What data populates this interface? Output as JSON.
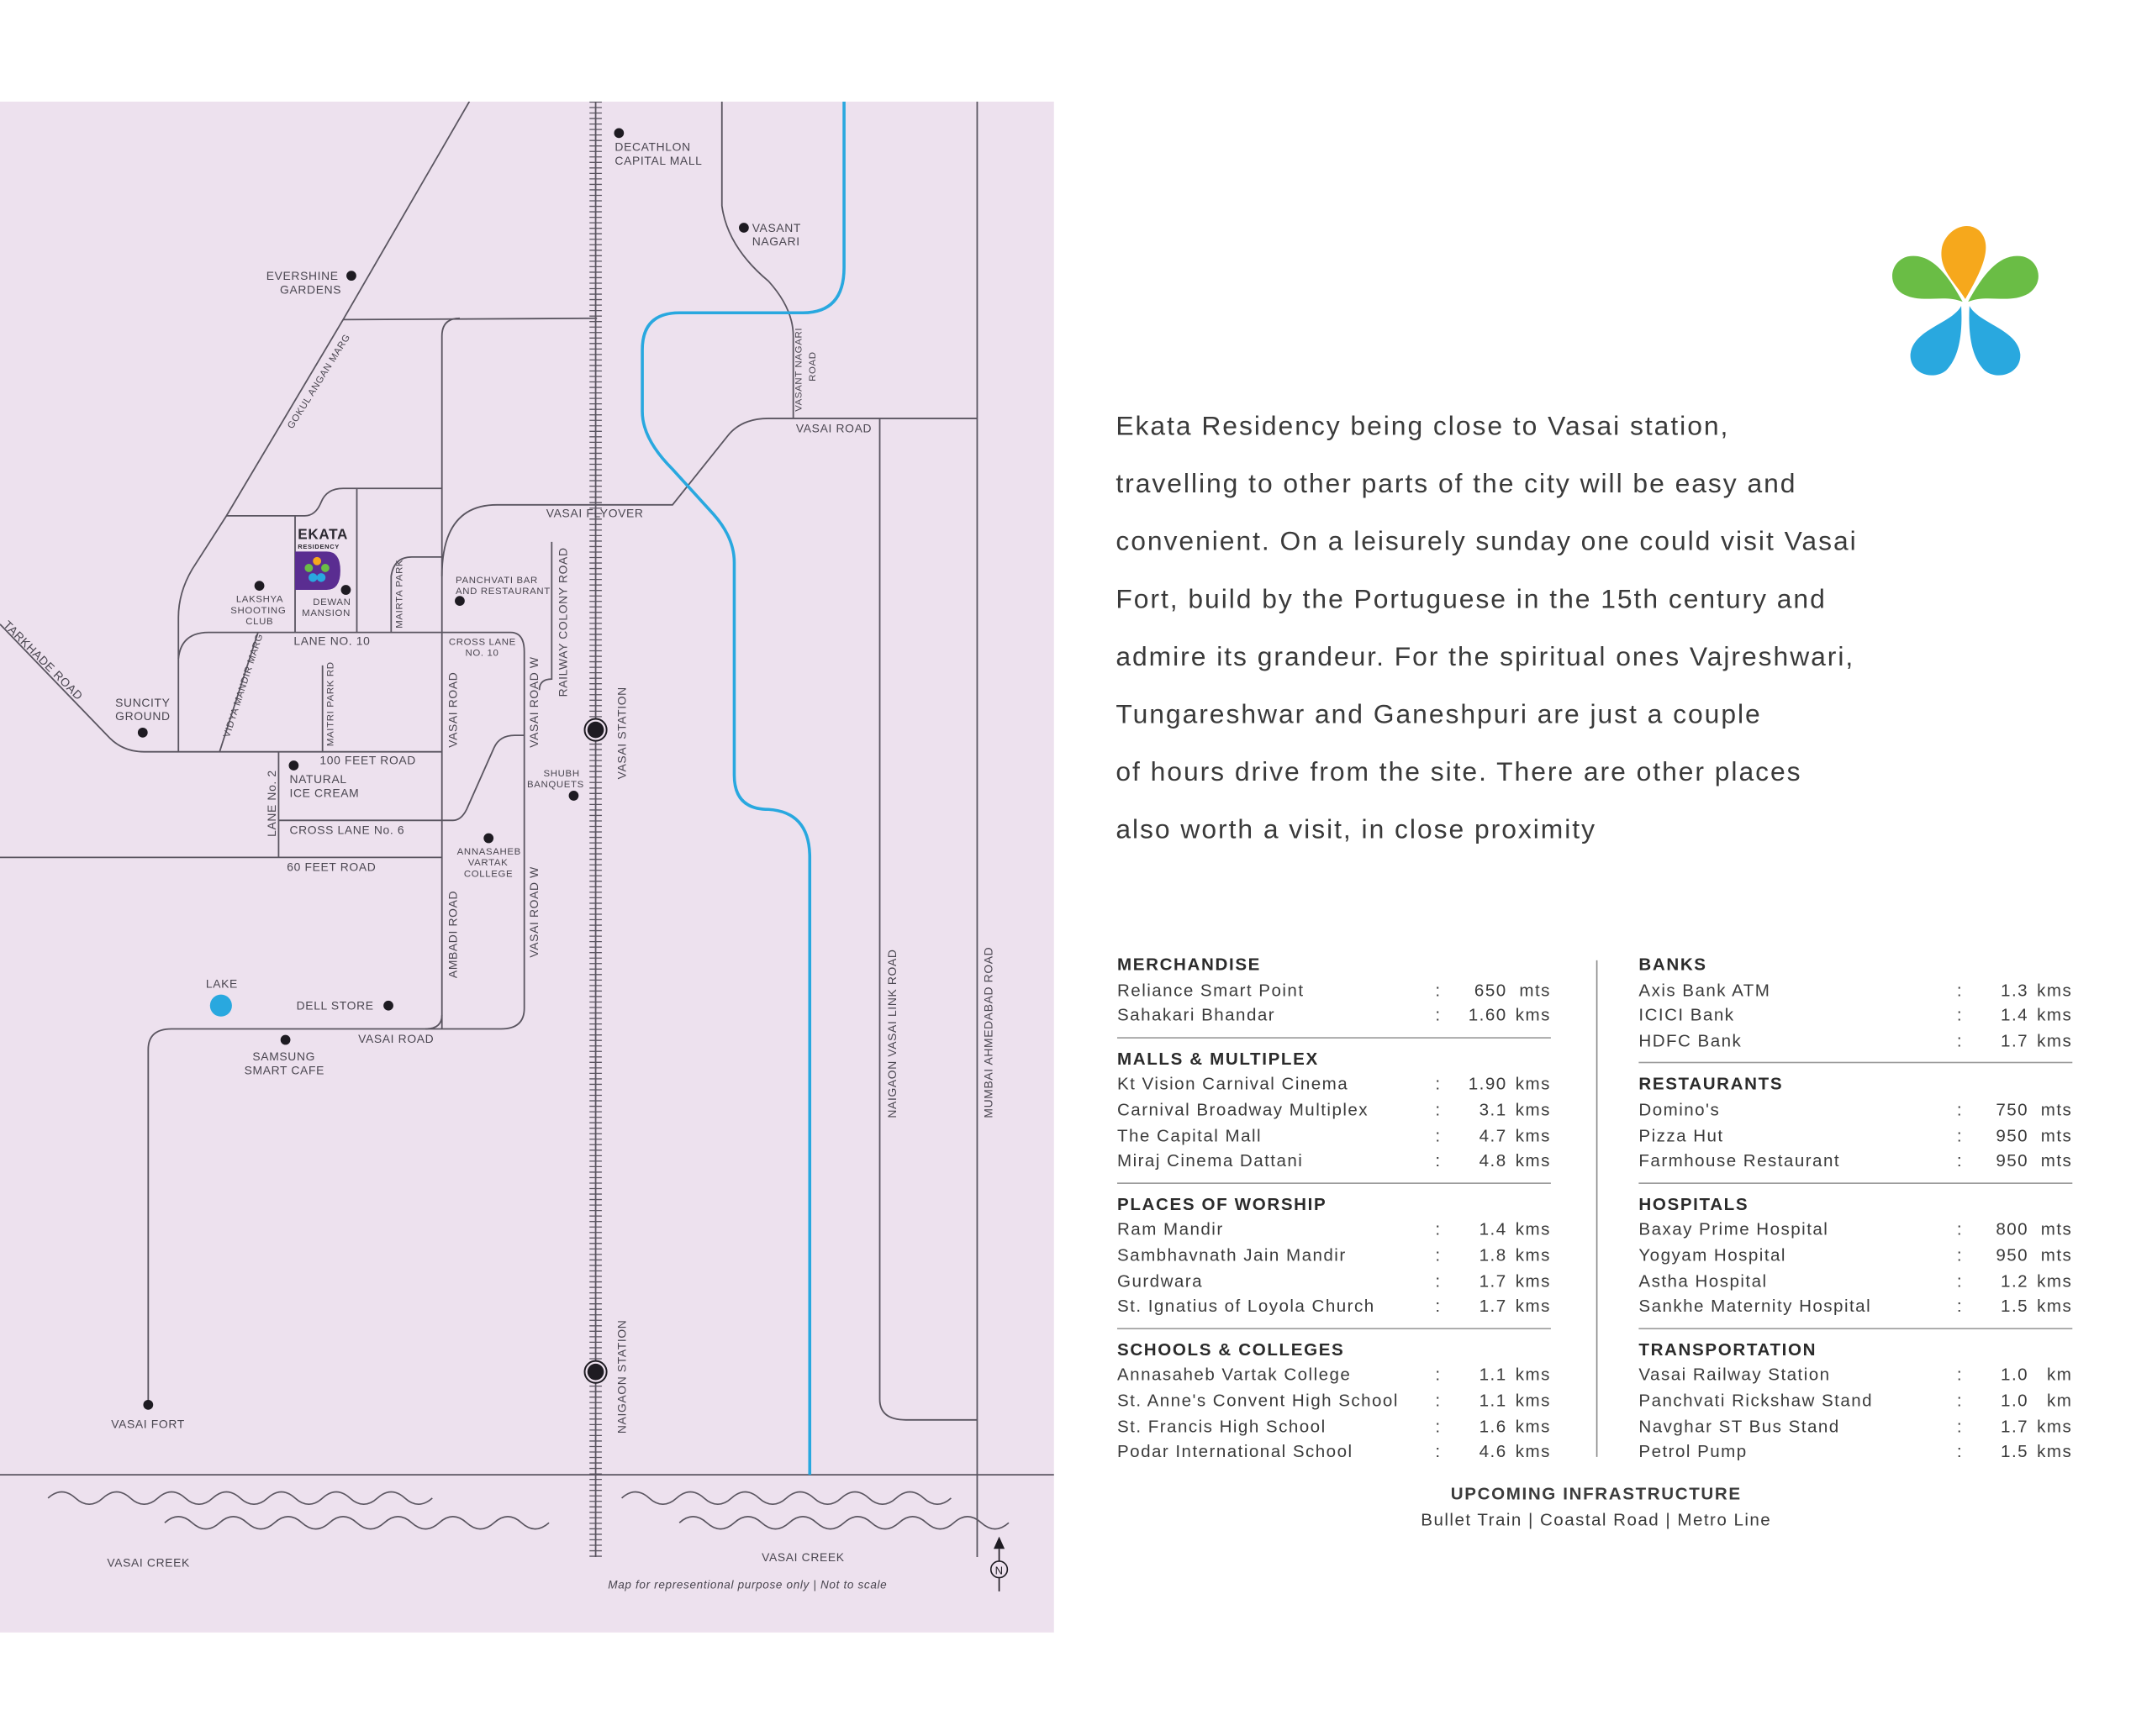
{
  "map": {
    "places": {
      "decathlon": [
        "DECATHLON",
        "CAPITAL MALL"
      ],
      "vasant_nagari": [
        "VASANT",
        "NAGARI"
      ],
      "evershine": [
        "EVERSHINE",
        "GARDENS"
      ],
      "ekata": [
        "EKATA",
        "RESIDENCY"
      ],
      "lakshya": [
        "LAKSHYA",
        "SHOOTING",
        "CLUB"
      ],
      "dewan": [
        "DEWAN",
        "MANSION"
      ],
      "panchvati": [
        "PANCHVATI BAR",
        "AND RESTAURANT"
      ],
      "suncity": [
        "SUNCITY",
        "GROUND"
      ],
      "natural": [
        "NATURAL",
        "ICE CREAM"
      ],
      "shubh": [
        "SHUBH",
        "BANQUETS"
      ],
      "annasaheb": [
        "ANNASAHEB",
        "VARTAK",
        "COLLEGE"
      ],
      "lake": "LAKE",
      "dell": "DELL STORE",
      "samsung": [
        "SAMSUNG",
        "SMART CAFE"
      ],
      "vasai_fort": "VASAI FORT",
      "creek_left": "VASAI CREEK",
      "creek_right": "VASAI CREEK"
    },
    "roads": {
      "gokul": "GOKUL ANGAN MARG",
      "vasai_flyover": "VASAI FLYOVER",
      "vasai_road_top": "VASAI ROAD",
      "vasant_nagari_road": [
        "VASANT NAGARI",
        "ROAD"
      ],
      "tarkhade": "TARKHADE ROAD",
      "lane10": "LANE NO. 10",
      "cross_lane10": [
        "CROSS LANE",
        "NO. 10"
      ],
      "mairta": "MAIRTA PARK",
      "railway_colony": "RAILWAY COLONY ROAD",
      "vidya": "VIDYA MANDIR MARG",
      "maitri": "MAITRI PARK RD",
      "vasai_road_mid": "VASAI ROAD",
      "vasai_road_w1": "VASAI ROAD W",
      "vasai_station": "VASAI STATION",
      "feet100": "100 FEET ROAD",
      "lane2": "LANE No. 2",
      "cross6": "CROSS LANE No. 6",
      "feet60": "60 FEET ROAD",
      "ambadi": "AMBADI ROAD",
      "vasai_road_w2": "VASAI ROAD W",
      "vasai_road_bottom": "VASAI ROAD",
      "naigaon_link": "NAIGAON VASAI LINK ROAD",
      "mumbai_ahmedabad": "MUMBAI AHMEDABAD ROAD",
      "naigaon_station": "NAIGAON STATION"
    },
    "disclaimer": "Map for representional purpose only | Not to scale",
    "north": "N",
    "colors": {
      "background": "#ede1ee",
      "metro": "#29a8df",
      "lake": "#29a8df",
      "ekata_badge": "#5a2d91"
    }
  },
  "logo_colors": {
    "orange": "#f6a81c",
    "green": "#6abd45",
    "blue": "#29a8df"
  },
  "about": {
    "lines": [
      "Ekata Residency being close to Vasai station,",
      "travelling to other parts of the city will be easy and",
      "convenient. On a leisurely sunday one could visit Vasai",
      "Fort, build by the Portuguese in the 15th century and",
      "admire its grandeur. For the spiritual ones Vajreshwari,",
      "Tungareshwar and Ganeshpuri are just a couple",
      "of hours drive from the site. There are other places",
      "also worth a visit, in close proximity"
    ]
  },
  "left_sections": [
    {
      "title": "MERCHANDISE",
      "items": [
        {
          "name": "Reliance Smart Point",
          "value": "650",
          "unit": "mts"
        },
        {
          "name": "Sahakari Bhandar",
          "value": "1.60",
          "unit": "kms"
        }
      ]
    },
    {
      "title": "MALLS & MULTIPLEX",
      "items": [
        {
          "name": "Kt Vision Carnival Cinema",
          "value": "1.90",
          "unit": "kms"
        },
        {
          "name": "Carnival Broadway Multiplex",
          "value": "3.1",
          "unit": "kms"
        },
        {
          "name": "The Capital Mall",
          "value": "4.7",
          "unit": "kms"
        },
        {
          "name": "Miraj Cinema Dattani",
          "value": "4.8",
          "unit": "kms"
        }
      ]
    },
    {
      "title": "PLACES OF WORSHIP",
      "items": [
        {
          "name": "Ram Mandir",
          "value": "1.4",
          "unit": "kms"
        },
        {
          "name": "Sambhavnath Jain Mandir",
          "value": "1.8",
          "unit": "kms"
        },
        {
          "name": "Gurdwara",
          "value": "1.7",
          "unit": "kms"
        },
        {
          "name": "St. Ignatius of Loyola Church",
          "value": "1.7",
          "unit": "kms"
        }
      ]
    },
    {
      "title": "SCHOOLS & COLLEGES",
      "items": [
        {
          "name": "Annasaheb Vartak College",
          "value": "1.1",
          "unit": "kms"
        },
        {
          "name": "St. Anne's Convent High School",
          "value": "1.1",
          "unit": "kms"
        },
        {
          "name": "St. Francis High School",
          "value": "1.6",
          "unit": "kms"
        },
        {
          "name": "Podar International School",
          "value": "4.6",
          "unit": "kms"
        }
      ]
    }
  ],
  "right_sections": [
    {
      "title": "BANKS",
      "items": [
        {
          "name": "Axis Bank ATM",
          "value": "1.3",
          "unit": "kms"
        },
        {
          "name": "ICICI Bank",
          "value": "1.4",
          "unit": "kms"
        },
        {
          "name": "HDFC Bank",
          "value": "1.7",
          "unit": "kms"
        }
      ]
    },
    {
      "title": "RESTAURANTS",
      "items": [
        {
          "name": "Domino's",
          "value": "750",
          "unit": "mts"
        },
        {
          "name": "Pizza Hut",
          "value": "950",
          "unit": "mts"
        },
        {
          "name": "Farmhouse Restaurant",
          "value": "950",
          "unit": "mts"
        }
      ]
    },
    {
      "title": "HOSPITALS",
      "items": [
        {
          "name": "Baxay Prime Hospital",
          "value": "800",
          "unit": "mts"
        },
        {
          "name": "Yogyam Hospital",
          "value": "950",
          "unit": "mts"
        },
        {
          "name": "Astha Hospital",
          "value": "1.2",
          "unit": "kms"
        },
        {
          "name": "Sankhe Maternity Hospital",
          "value": "1.5",
          "unit": "kms"
        }
      ]
    },
    {
      "title": "TRANSPORTATION",
      "items": [
        {
          "name": "Vasai Railway Station",
          "value": "1.0",
          "unit": "km"
        },
        {
          "name": "Panchvati Rickshaw Stand",
          "value": "1.0",
          "unit": "km"
        },
        {
          "name": "Navghar ST Bus Stand",
          "value": "1.7",
          "unit": "kms"
        },
        {
          "name": "Petrol Pump",
          "value": "1.5",
          "unit": "kms"
        }
      ]
    }
  ],
  "separator": ":",
  "upcoming": {
    "title": "UPCOMING INFRASTRUCTURE",
    "text": "Bullet Train | Coastal Road | Metro Line"
  }
}
